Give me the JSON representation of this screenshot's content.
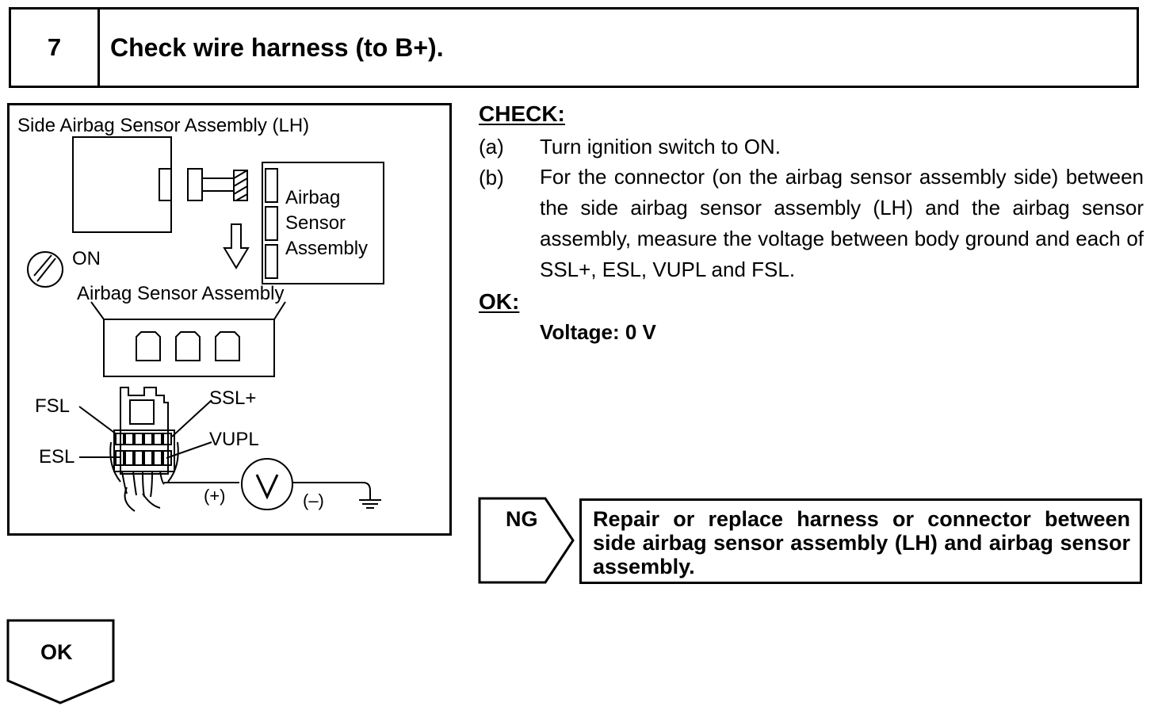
{
  "step": {
    "number": "7",
    "title": "Check wire harness (to B+)."
  },
  "figure": {
    "label_side_sensor": "Side Airbag Sensor Assembly (LH)",
    "label_sensor_box": [
      "Airbag",
      "Sensor",
      "Assembly"
    ],
    "label_on": "ON",
    "label_connector": "Airbag Sensor Assembly",
    "terminals": {
      "fsl": "FSL",
      "esl": "ESL",
      "ssl_plus": "SSL+",
      "vupl": "VUPL"
    },
    "voltmeter_symbol": "V",
    "plus_label": "(+)",
    "minus_label": "(–)"
  },
  "check": {
    "heading": "CHECK:",
    "steps": [
      {
        "marker": "(a)",
        "text": "Turn ignition switch to ON."
      },
      {
        "marker": "(b)",
        "text": "For the connector (on the airbag sensor assembly side) between the side airbag sensor assembly (LH) and the airbag sensor assembly, measure the voltage between body ground and each of SSL+, ESL, VUPL and FSL."
      }
    ]
  },
  "ok": {
    "heading": "OK:",
    "spec": "Voltage: 0 V"
  },
  "ng": {
    "label": "NG",
    "action": "Repair or replace harness or connector between side airbag sensor assembly (LH) and airbag sensor assembly."
  },
  "ok_flow": {
    "label": "OK"
  }
}
